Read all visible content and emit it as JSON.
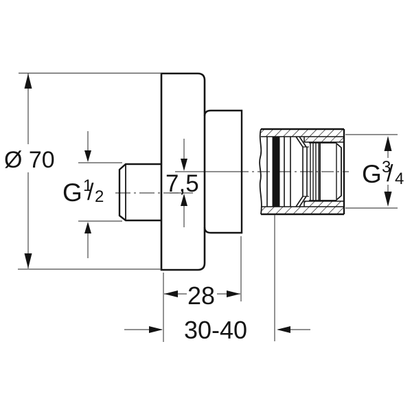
{
  "drawing": {
    "background_color": "#ffffff",
    "outline_color": "#141414",
    "dimension_line_color": "#4a4a4a",
    "seal_color": "#000000",
    "labels": {
      "flange_diameter": "Ø 70",
      "center_offset": "7,5",
      "body_depth": "28",
      "wall_depth_range": "30-40"
    },
    "thread_left": {
      "base": "G",
      "numerator": "1",
      "fraction_slash": "/",
      "denominator": "2"
    },
    "thread_right": {
      "base": "G",
      "numerator": "3",
      "fraction_slash": "/",
      "denominator": "4"
    }
  }
}
